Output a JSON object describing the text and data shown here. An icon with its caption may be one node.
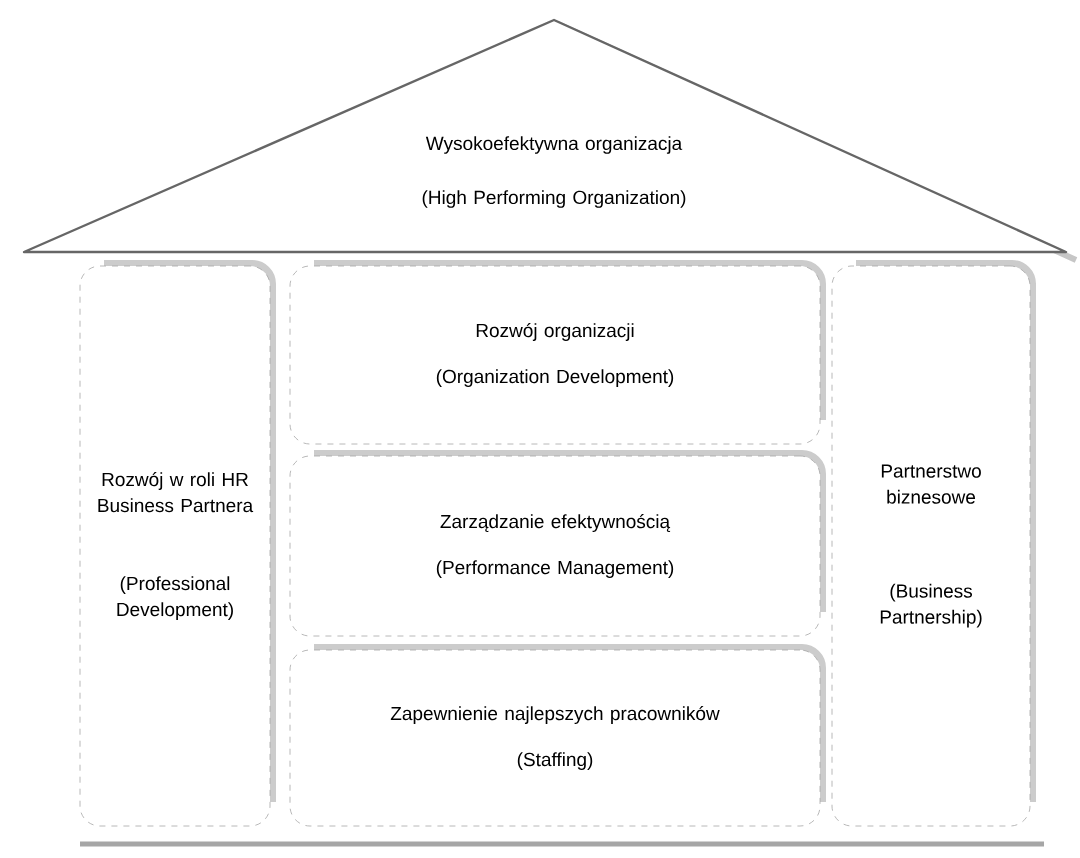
{
  "diagram": {
    "nodes": [
      {
        "text": [
          "Wysokoefektywna organizacja",
          "(High Performing Organization)"
        ]
      },
      {
        "text": [
          "Rozwój w roli HR Business Partnera",
          "(Professional Development)"
        ]
      },
      {
        "text": [
          "Rozwój organizacji",
          "(Organization Development)"
        ]
      },
      {
        "text": [
          "Zarządzanie efektywnością",
          "(Performance Management)"
        ]
      },
      {
        "text": [
          "Zapewnienie najlepszych pracowników",
          "(Staffing)"
        ]
      },
      {
        "text": [
          "Partnerstwo biznesowe",
          "(Business Partnership)"
        ]
      }
    ]
  }
}
